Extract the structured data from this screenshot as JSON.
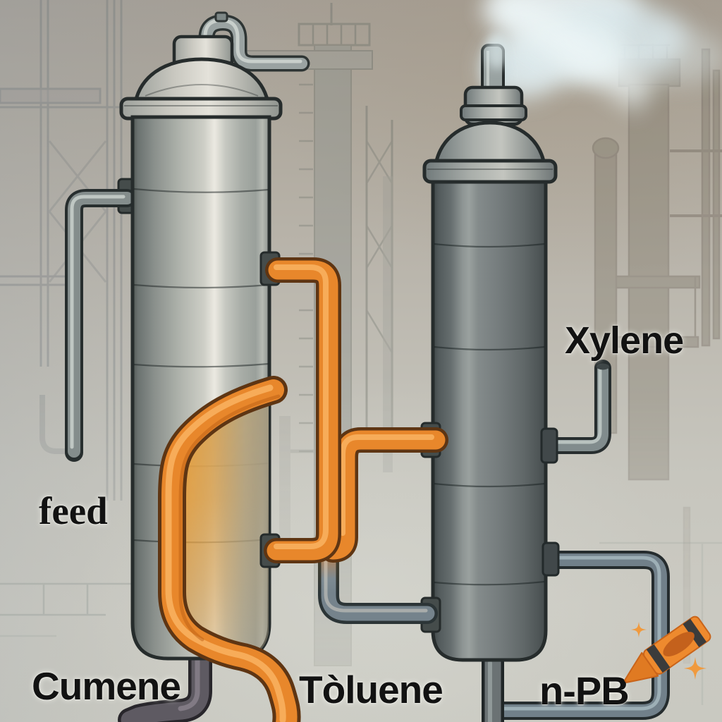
{
  "diagram": {
    "labels": {
      "feed": "feed",
      "cumene": "Cumene",
      "toluene": "Tòluene",
      "xylene": "Xylene",
      "npb": "n-PB"
    }
  },
  "colors": {
    "pipe_orange": "#e8872b",
    "pipe_orange_highlight": "#f8b05e",
    "pipe_orange_outline": "#5e3513",
    "pipe_steel": "#818c8d",
    "pipe_steel_blue": "#71808a",
    "vessel_outline": "#262c2c",
    "vessel_steel_light": "#e9e7df",
    "vessel_steel_dark": "#545b5c",
    "background_haze_top": "#a59e94",
    "background_haze_bottom": "#cbcac2",
    "smoke": "#e3eff1",
    "label_text": "#121212",
    "watermark_orange": "#ee8a2e"
  }
}
